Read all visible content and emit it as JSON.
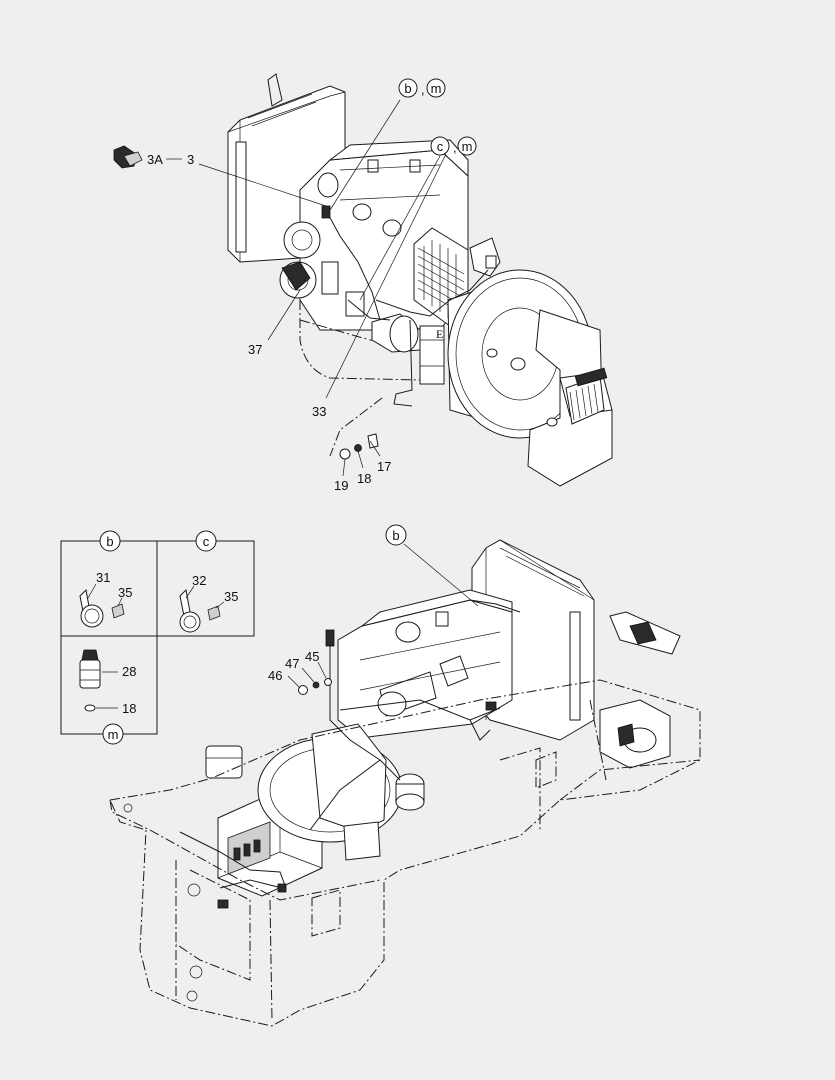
{
  "callouts": {
    "top_b": "b",
    "top_m1": "m",
    "top_c": "c",
    "top_m2": "m",
    "sep": ",",
    "lower_b": "b"
  },
  "parts": {
    "p3a": "3A",
    "p3": "3",
    "p37": "37",
    "p33": "33",
    "p17": "17",
    "p18": "18",
    "p19": "19",
    "p45": "45",
    "p46": "46",
    "p47": "47",
    "marker_e": "E"
  },
  "detail_box": {
    "b_label": "b",
    "c_label": "c",
    "m_label": "m",
    "b_p31": "31",
    "b_p35": "35",
    "c_p32": "32",
    "c_p35": "35",
    "m_p28": "28",
    "m_p18": "18"
  }
}
